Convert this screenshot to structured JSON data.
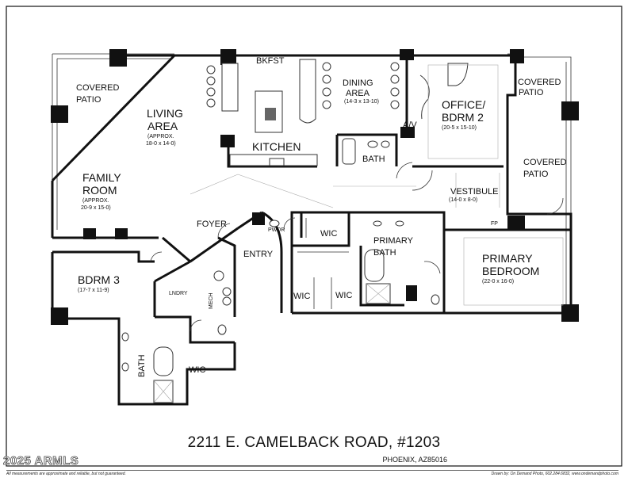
{
  "rooms": {
    "covered_patio_left": {
      "line1": "COVERED",
      "line2": "PATIO"
    },
    "living_area": {
      "line1": "LIVING",
      "line2": "AREA",
      "dim1": "(APPROX.",
      "dim2": "18-0 x 14-0)"
    },
    "family_room": {
      "line1": "FAMILY",
      "line2": "ROOM",
      "dim1": "(APPROX.",
      "dim2": "20-9 x 15-0)"
    },
    "bkfst": "BKFST",
    "kitchen": "KITCHEN",
    "dining_area": {
      "line1": "DINING",
      "line2": "AREA",
      "dim": "(14-3 x 13-10)"
    },
    "av": "A/V",
    "office_bdrm2": {
      "line1": "OFFICE/",
      "line2": "BDRM 2",
      "dim": "(20-5 x 15-10)"
    },
    "covered_patio_right_top": {
      "line1": "COVERED",
      "line2": "PATIO"
    },
    "covered_patio_right": {
      "line1": "COVERED",
      "line2": "PATIO"
    },
    "bath_upper": "BATH",
    "vestibule": {
      "line1": "VESTIBULE",
      "dim": "(14-0 x 8-0)"
    },
    "fp": "FP",
    "foyer": "FOYER",
    "pwdr": "PWDR",
    "wic_center_top": "WIC",
    "primary_bath": {
      "line1": "PRIMARY",
      "line2": "BATH"
    },
    "primary_bedroom": {
      "line1": "PRIMARY",
      "line2": "BEDROOM",
      "dim": "(22-0 x 16-0)"
    },
    "entry": "ENTRY",
    "bdrm3": {
      "line1": "BDRM 3",
      "dim": "(17-7 x 11-9)"
    },
    "lndry": "LNDRY",
    "mech": "MECH",
    "wic_left": "WIC",
    "wic_right": "WIC",
    "bath_lower": "BATH",
    "wic_lower": "WIC"
  },
  "footer": {
    "address": "2211 E. CAMELBACK ROAD, #1203",
    "city": "PHOENIX, AZ85016",
    "copyright": "2025 ARMLS",
    "disclaimer": "All measurements are approximate and reliable, but not guaranteed.",
    "drawn_by": "Drawn by: On Demand Photo, 602.284.6832, www.ondemandphoto.com"
  }
}
